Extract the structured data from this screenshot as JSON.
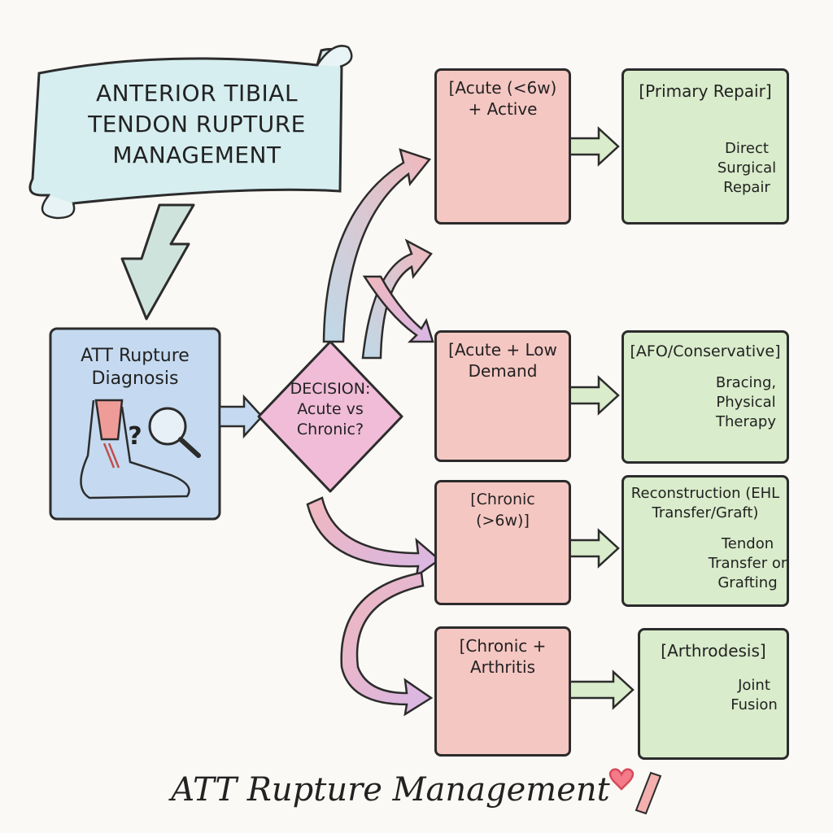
{
  "title": "ANTERIOR TIBIAL TENDON RUPTURE MANAGEMENT",
  "footer": "ATT Rupture Management",
  "diagnosis": {
    "label": "ATT Rupture Diagnosis",
    "mark": "?"
  },
  "decision": {
    "label": "DECISION: Acute vs Chronic?"
  },
  "conditions": [
    {
      "label": "[Acute (<6w) + Active"
    },
    {
      "label": "[Acute + Low Demand"
    },
    {
      "label": "[Chronic (>6w)]"
    },
    {
      "label": "[Chronic + Arthritis"
    }
  ],
  "treatments": [
    {
      "label": "[Primary Repair]",
      "desc": "Direct Surgical Repair"
    },
    {
      "label": "[AFO/Conservative]",
      "desc": "Bracing, Physical Therapy"
    },
    {
      "label": "Reconstruction (EHL Transfer/Graft)",
      "desc": "Tendon Transfer or Grafting"
    },
    {
      "label": "[Arthrodesis]",
      "desc": "Joint Fusion"
    }
  ],
  "colors": {
    "condition_fill": "#f5c7c2",
    "treatment_fill": "#d9eccb",
    "diagnosis_fill": "#c5daf0",
    "decision_fill": "#f0bcd8",
    "banner_fill": "#d6eef0",
    "arrow_fill": "#c9dcd6"
  }
}
